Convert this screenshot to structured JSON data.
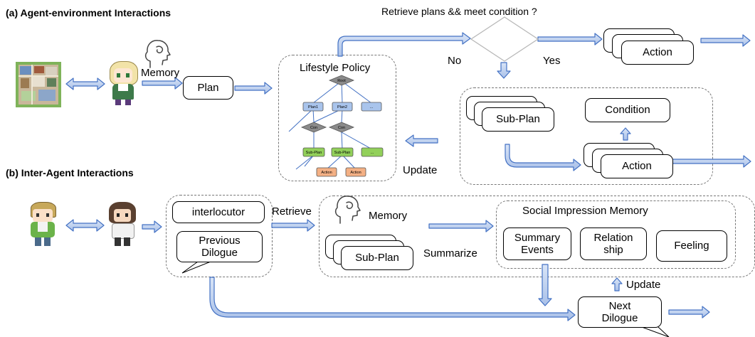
{
  "section_a": {
    "title": "(a) Agent-environment Interactions"
  },
  "section_b": {
    "title": "(b) Inter-Agent Interactions"
  },
  "question": "Retrieve plans && meet condition ?",
  "labels": {
    "memory": "Memory",
    "plan": "Plan",
    "no": "No",
    "yes": "Yes",
    "update": "Update",
    "retrieve": "Retrieve",
    "summarize": "Summarize"
  },
  "lifestyle_policy": {
    "title": "Lifestyle Policy",
    "tree": {
      "root": "Root",
      "plan1": "Plan1",
      "plan2": "Plan2",
      "more1": "...",
      "con1": "Con",
      "con2": "Con",
      "subplan1": "Sub-Plan",
      "subplan2": "Sub-Plan",
      "more2": "...",
      "action1": "Action",
      "action2": "Action"
    }
  },
  "action_top": "Action",
  "subplan_box": "Sub-Plan",
  "condition_box": "Condition",
  "action_box": "Action",
  "interlocutor": "interlocutor",
  "previous_dialogue": [
    "Previous",
    "Dilogue"
  ],
  "memory_panel": {
    "label": "Memory",
    "subplan": "Sub-Plan"
  },
  "social_memory": {
    "title": "Social Impression Memory",
    "summary_events": [
      "Summary",
      "Events"
    ],
    "relationship": [
      "Relation",
      "ship"
    ],
    "feeling": "Feeling"
  },
  "next_dialogue": [
    "Next",
    "Dilogue"
  ]
}
